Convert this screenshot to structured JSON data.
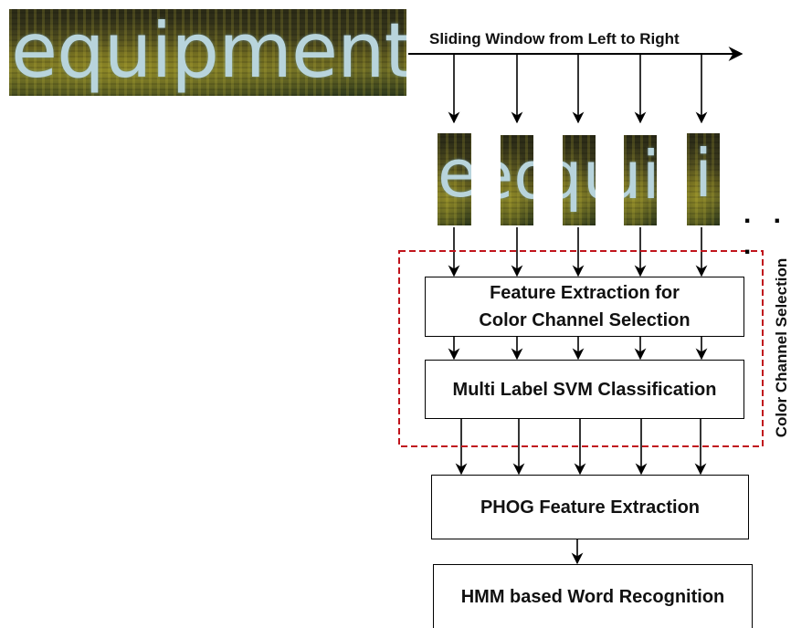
{
  "top_word": "equipment",
  "arrow_label": "Sliding Window from Left to Right",
  "window_crops": [
    {
      "text": "e"
    },
    {
      "text": "eq"
    },
    {
      "text": "qu"
    },
    {
      "text": "ui"
    },
    {
      "text": "i"
    }
  ],
  "continuation": ". . .",
  "steps": {
    "feature_extraction_line1": "Feature Extraction for",
    "feature_extraction_line2": "Color Channel Selection",
    "svm_classification": "Multi Label SVM Classification",
    "phog": "PHOG Feature Extraction",
    "hmm": "HMM based Word Recognition"
  },
  "group_label": "Color Channel Selection",
  "colors": {
    "dashed_border": "#c0141c",
    "arrows": "#000000"
  }
}
